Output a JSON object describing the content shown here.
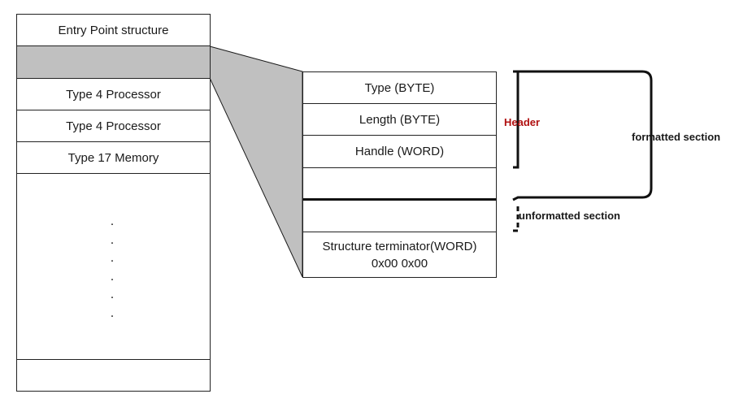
{
  "left_table": {
    "rows": [
      "Entry Point structure",
      "",
      "Type 4 Processor",
      "Type 4 Processor",
      "Type 17 Memory"
    ],
    "ellipsis": ".",
    "highlight_color": "#c0c0c0"
  },
  "right_table": {
    "rows": [
      "Type (BYTE)",
      "Length (BYTE)",
      "Handle (WORD)",
      "",
      ""
    ],
    "terminator": {
      "line1": "Structure terminator(WORD)",
      "line2": "0x00 0x00"
    }
  },
  "labels": {
    "header": "Header",
    "header_color": "#b01010",
    "formatted": "formatted section",
    "unformatted": "unformatted section"
  }
}
